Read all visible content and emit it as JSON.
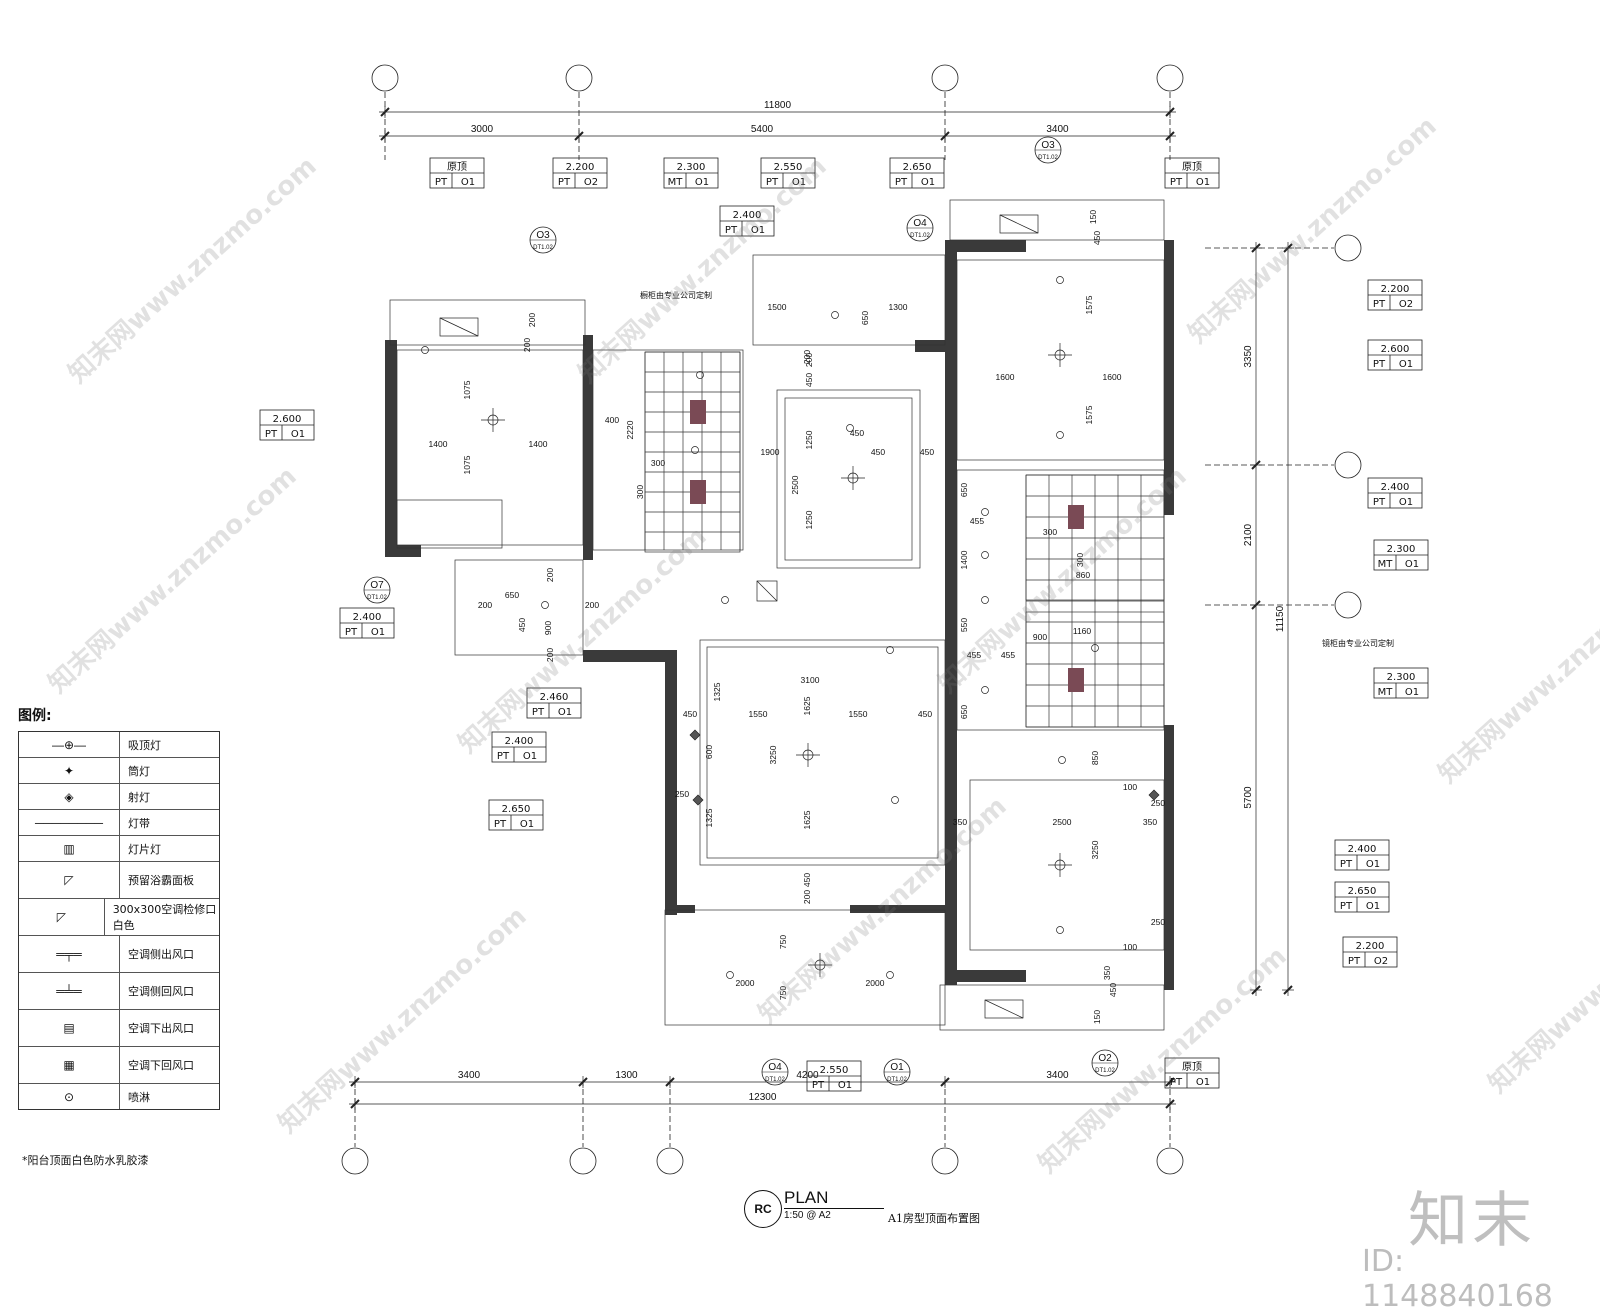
{
  "dims": {
    "top_total": "11800",
    "top": [
      "3000",
      "5400",
      "3400"
    ],
    "bottom_total": "12300",
    "bottom": [
      "3400",
      "1300",
      "4200",
      "3400"
    ],
    "right_total": "11150",
    "right": [
      "3350",
      "2100",
      "5700"
    ]
  },
  "tags": [
    {
      "h": "原顶",
      "m": "PT",
      "c": "O1"
    },
    {
      "h": "2.200",
      "m": "PT",
      "c": "O2"
    },
    {
      "h": "2.300",
      "m": "MT",
      "c": "O1"
    },
    {
      "h": "2.550",
      "m": "PT",
      "c": "O1"
    },
    {
      "h": "2.650",
      "m": "PT",
      "c": "O1"
    },
    {
      "h": "原顶",
      "m": "PT",
      "c": "O1"
    },
    {
      "h": "2.400",
      "m": "PT",
      "c": "O1"
    },
    {
      "h": "2.200",
      "m": "PT",
      "c": "O2"
    },
    {
      "h": "2.600",
      "m": "PT",
      "c": "O1"
    },
    {
      "h": "2.400",
      "m": "PT",
      "c": "O1"
    },
    {
      "h": "2.300",
      "m": "MT",
      "c": "O1"
    },
    {
      "h": "2.300",
      "m": "MT",
      "c": "O1"
    },
    {
      "h": "2.400",
      "m": "PT",
      "c": "O1"
    },
    {
      "h": "2.650",
      "m": "PT",
      "c": "O1"
    },
    {
      "h": "2.200",
      "m": "PT",
      "c": "O2"
    },
    {
      "h": "原顶",
      "m": "PT",
      "c": "O1"
    },
    {
      "h": "2.600",
      "m": "PT",
      "c": "O1"
    },
    {
      "h": "2.400",
      "m": "PT",
      "c": "O1"
    },
    {
      "h": "2.460",
      "m": "PT",
      "c": "O1"
    },
    {
      "h": "2.400",
      "m": "PT",
      "c": "O1"
    },
    {
      "h": "2.650",
      "m": "PT",
      "c": "O1"
    },
    {
      "h": "2.550",
      "m": "PT",
      "c": "O1"
    }
  ],
  "sections": [
    {
      "n": "O3",
      "s": "DT1.02"
    },
    {
      "n": "O3",
      "s": "DT1.02"
    },
    {
      "n": "O4",
      "s": "DT1.02"
    },
    {
      "n": "O7",
      "s": "DT1.02"
    },
    {
      "n": "O2",
      "s": "DT1.02"
    },
    {
      "n": "O4",
      "s": "DT1.02"
    },
    {
      "n": "O1",
      "s": "DT1.02"
    }
  ],
  "inner_dims": [
    "1075",
    "1400",
    "1400",
    "1075",
    "2220",
    "400",
    "300",
    "300",
    "1500",
    "1300",
    "200",
    "450",
    "650",
    "450",
    "1900",
    "450",
    "450",
    "1250",
    "2500",
    "1250",
    "1575",
    "1600",
    "1600",
    "1575",
    "650",
    "455",
    "1400",
    "300",
    "300",
    "860",
    "550",
    "1160",
    "900",
    "455",
    "455",
    "650",
    "850",
    "3100",
    "1325",
    "1625",
    "1550",
    "1550",
    "450",
    "450",
    "600",
    "3250",
    "1325",
    "1625",
    "250",
    "250",
    "350",
    "2500",
    "350",
    "3250",
    "100",
    "100",
    "250",
    "750",
    "750",
    "2000",
    "2000",
    "200",
    "450",
    "200",
    "350",
    "450",
    "150",
    "450",
    "150",
    "650",
    "200",
    "200",
    "900",
    "450",
    "200",
    "200",
    "200",
    "200"
  ],
  "notes": {
    "cabinet_top": "橱柜由专业公司定制",
    "cabinet_right": "镜柜由专业公司定制",
    "balcony": "*阳台顶面白色防水乳胶漆"
  },
  "legend": {
    "title": "图例:",
    "items": [
      {
        "label": "吸顶灯",
        "icon": "ceiling-light-icon"
      },
      {
        "label": "筒灯",
        "icon": "downlight-icon"
      },
      {
        "label": "射灯",
        "icon": "spotlight-icon"
      },
      {
        "label": "灯带",
        "icon": "light-strip-icon"
      },
      {
        "label": "灯片灯",
        "icon": "light-panel-icon"
      },
      {
        "label": "预留浴霸面板",
        "icon": "bath-heater-panel-icon"
      },
      {
        "label": "300x300空调检修口白色",
        "icon": "ac-access-hatch-icon"
      },
      {
        "label": "空调侧出风口",
        "icon": "ac-side-supply-icon"
      },
      {
        "label": "空调侧回风口",
        "icon": "ac-side-return-icon"
      },
      {
        "label": "空调下出风口",
        "icon": "ac-down-supply-icon"
      },
      {
        "label": "空调下回风口",
        "icon": "ac-down-return-icon"
      },
      {
        "label": "喷淋",
        "icon": "sprinkler-icon"
      }
    ]
  },
  "title_block": {
    "badge": "RC",
    "title": "PLAN",
    "scale": "1:50 @ A2",
    "name": "A1房型顶面布置图"
  },
  "watermark": {
    "text": "知末网www.znzmo.com",
    "logo": "知末",
    "id": "ID: 1148840168"
  }
}
